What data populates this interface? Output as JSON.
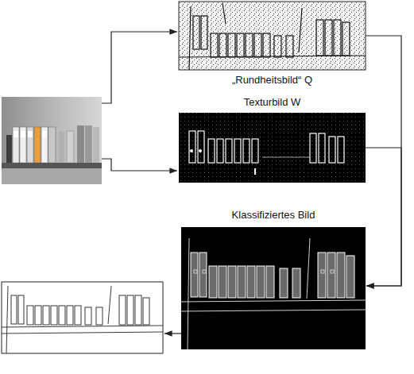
{
  "diagram": {
    "nodes": [
      {
        "text": [
          "„Rundheitsbild“ Q"
        ]
      },
      {
        "text": [
          "Texturbild W"
        ]
      },
      {
        "text": [
          "Klassifiziertes Bild"
        ]
      }
    ],
    "edges": [
      {
        "from": 0,
        "to": 2,
        "arrow": "to"
      },
      {
        "from": 1,
        "to": 2,
        "arrow": "to"
      }
    ]
  }
}
